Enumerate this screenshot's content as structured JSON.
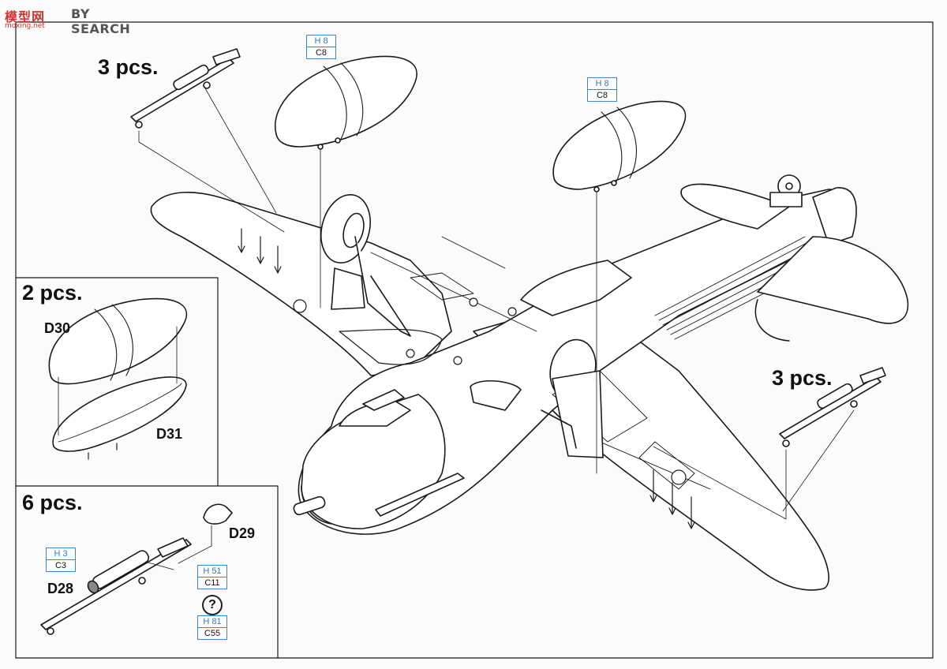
{
  "watermark": {
    "logo": "模型网",
    "logo_sub": "moxing.net",
    "text": "BY SEARCH"
  },
  "labels": {
    "qty_top_left": "3 pcs.",
    "qty_right": "3 pcs.",
    "qty_tanks": "2 pcs.",
    "qty_rockets": "6 pcs.",
    "d30": "D30",
    "d31": "D31",
    "d28": "D28",
    "d29": "D29"
  },
  "refs": {
    "tank_left": {
      "h": "H 8",
      "c": "C8"
    },
    "tank_right": {
      "h": "H 8",
      "c": "C8"
    },
    "rocket_d28": {
      "h": "H 3",
      "c": "C3"
    },
    "rocket_d29": {
      "h": "H 51",
      "c": "C11"
    },
    "rocket_opt": {
      "h": "H 81",
      "c": "C55"
    }
  },
  "question_mark": "?",
  "colors": {
    "line": "#1a1a1a",
    "ref_blue": "#3f86c6",
    "paper": "#fbfbfb"
  }
}
